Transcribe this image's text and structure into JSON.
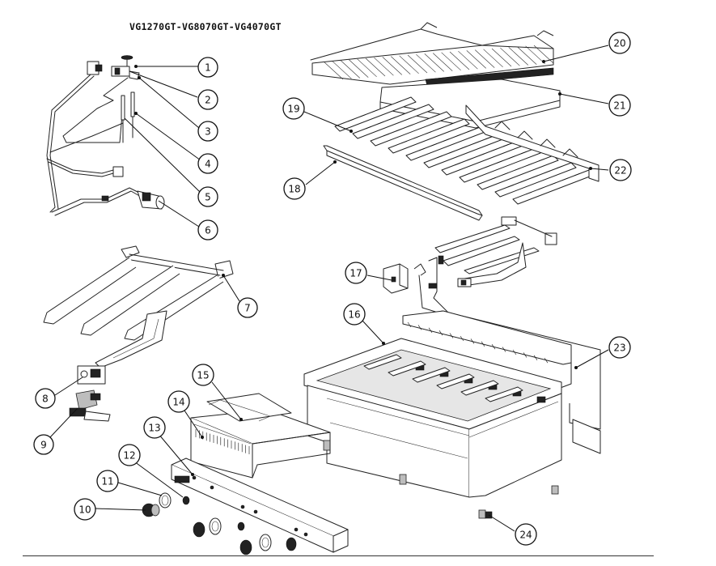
{
  "title": "VG1270GT-VG8070GT-VG4070GT",
  "callouts": [
    {
      "label": "1"
    },
    {
      "label": "2"
    },
    {
      "label": "3"
    },
    {
      "label": "4"
    },
    {
      "label": "5"
    },
    {
      "label": "6"
    },
    {
      "label": "7"
    },
    {
      "label": "8"
    },
    {
      "label": "9"
    },
    {
      "label": "10"
    },
    {
      "label": "11"
    },
    {
      "label": "12"
    },
    {
      "label": "13"
    },
    {
      "label": "14"
    },
    {
      "label": "15"
    },
    {
      "label": "16"
    },
    {
      "label": "17"
    },
    {
      "label": "18"
    },
    {
      "label": "19"
    },
    {
      "label": "20"
    },
    {
      "label": "21"
    },
    {
      "label": "22"
    },
    {
      "label": "23"
    },
    {
      "label": "24"
    }
  ]
}
